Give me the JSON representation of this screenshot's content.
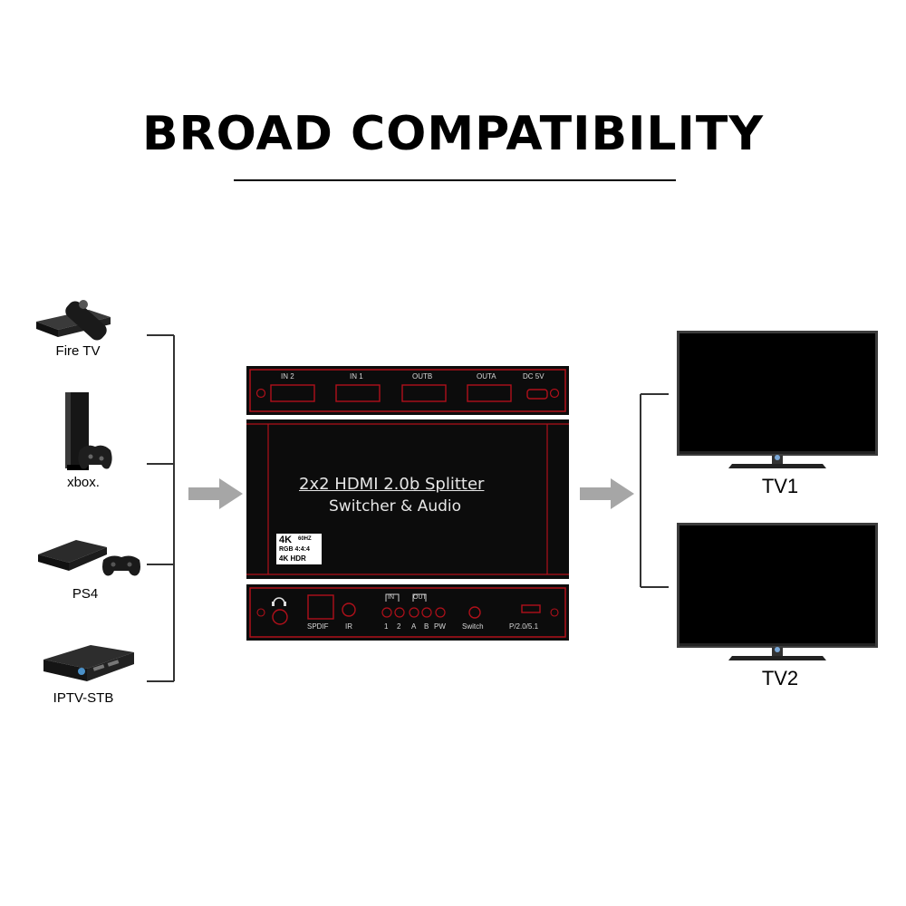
{
  "title": "BROAD COMPATIBILITY",
  "sources": [
    {
      "label": "Fire TV",
      "icon": "fire-tv-icon"
    },
    {
      "label": "xbox.",
      "icon": "xbox-icon"
    },
    {
      "label": "PS4",
      "icon": "ps4-icon"
    },
    {
      "label": "IPTV-STB",
      "icon": "iptv-stb-icon"
    }
  ],
  "device": {
    "top_ports": [
      "IN 2",
      "IN 1",
      "OUTB",
      "OUTA",
      "DC 5V"
    ],
    "title_line1": "2x2 HDMI 2.0b Splitter",
    "title_line2": "Switcher & Audio",
    "badge": {
      "k": "4K",
      "hz": "60HZ",
      "rgb": "RGB 4:4:4",
      "hdr": "4K  HDR"
    },
    "front_labels": {
      "spdif": "SPDIF",
      "ir": "IR",
      "in_group": "IN",
      "out_group": "OUT",
      "one": "1",
      "two": "2",
      "a": "A",
      "b": "B",
      "pw": "PW",
      "switch": "Switch",
      "mode": "P/2.0/5.1"
    }
  },
  "displays": [
    {
      "label": "TV1",
      "icon": "tv-icon"
    },
    {
      "label": "TV2",
      "icon": "tv-icon"
    }
  ],
  "colors": {
    "accent": "#c0101a",
    "device_body": "#0c0c0c",
    "arrow": "#a6a6a6",
    "line": "#333333"
  }
}
